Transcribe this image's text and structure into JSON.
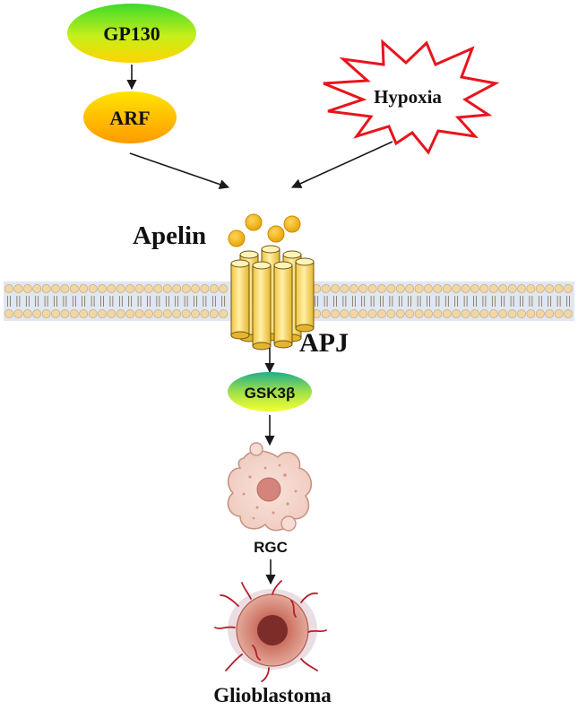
{
  "nodes": {
    "gp130": "GP130",
    "arf": "ARF",
    "hypoxia": "Hypoxia",
    "apelin": "Apelin",
    "apj": "APJ",
    "gsk3b": "GSK3β",
    "rgc": "RGC",
    "glioblastoma": "Glioblastoma"
  },
  "colors": {
    "ellipse_top": "#3ddb2a",
    "ellipse_bottom": "#ffd400",
    "arf_top": "#ffe400",
    "arf_bottom": "#ff9a00",
    "gsk_top": "#1fae8a",
    "gsk_bottom": "#f4ff30",
    "star_stroke": "#e8141d",
    "apelin_ball": "#f4b400",
    "receptor": "#ffe27a",
    "membrane_head": "#f2d7a6",
    "membrane_band": "#c7d3e6",
    "cell": "#f4d8cf",
    "nucleus": "#d4847a",
    "tumor": "#c96a5c",
    "vessel": "#b5202a"
  }
}
